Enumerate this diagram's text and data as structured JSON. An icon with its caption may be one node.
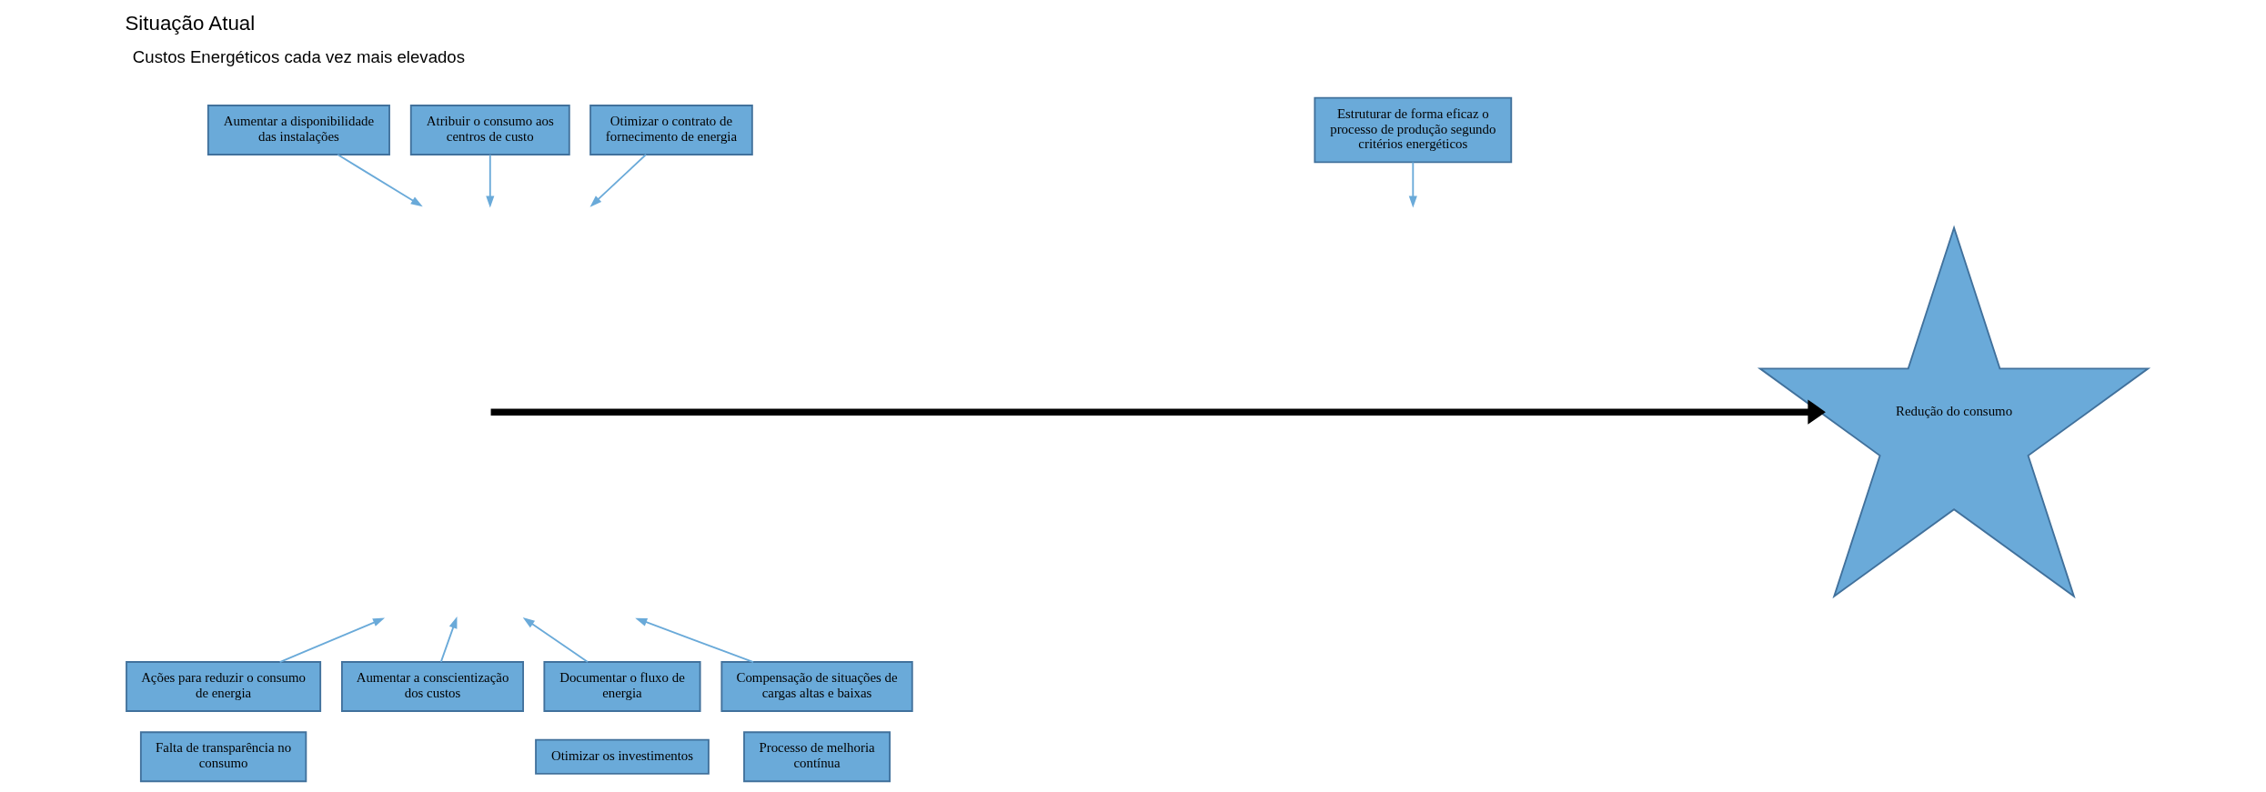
{
  "diagram": {
    "title": "Situação Atual",
    "nodes": [
      {
        "text": [
          "Aumentar a disponibilidade das instalações"
        ]
      },
      {
        "text": [
          "Atribuir o consumo aos centros de custo"
        ]
      },
      {
        "text": [
          "Otimizar o contrato de fornecimento de energia"
        ]
      },
      {
        "text": [
          "Estruturar de forma eficaz o processo de produção segundo critérios energéticos"
        ]
      },
      {
        "text": [
          "Redução do consumo"
        ]
      },
      {
        "text": [
          "Ações para reduzir o consumo de energia"
        ]
      },
      {
        "text": [
          "Falta de transparência no consumo"
        ]
      },
      {
        "text": [
          "Aumentar a conscientização dos custos"
        ]
      },
      {
        "text": [
          "Documentar o fluxo de energia"
        ]
      },
      {
        "text": [
          "Otimizar os investimentos"
        ]
      },
      {
        "text": [
          "Compensação de situações de cargas altas e baixas"
        ]
      },
      {
        "text": [
          "Processo de melhoria contínua"
        ]
      }
    ],
    "edges": [
      {
        "from": 0,
        "to": null,
        "arrow": "to"
      },
      {
        "from": 1,
        "to": null,
        "arrow": "to"
      },
      {
        "from": 2,
        "to": null,
        "arrow": "to"
      },
      {
        "from": 3,
        "to": null,
        "arrow": "to"
      },
      {
        "from": 5,
        "to": null,
        "arrow": "to"
      },
      {
        "from": 7,
        "to": null,
        "arrow": "to"
      },
      {
        "from": 8,
        "to": null,
        "arrow": "to"
      },
      {
        "from": 10,
        "to": null,
        "arrow": "to"
      },
      {
        "from": null,
        "to": 4,
        "arrow": "to",
        "style": "thick",
        "color": "#000000"
      }
    ],
    "labels": [
      "Custos Energéticos cada vez mais elevados"
    ]
  }
}
